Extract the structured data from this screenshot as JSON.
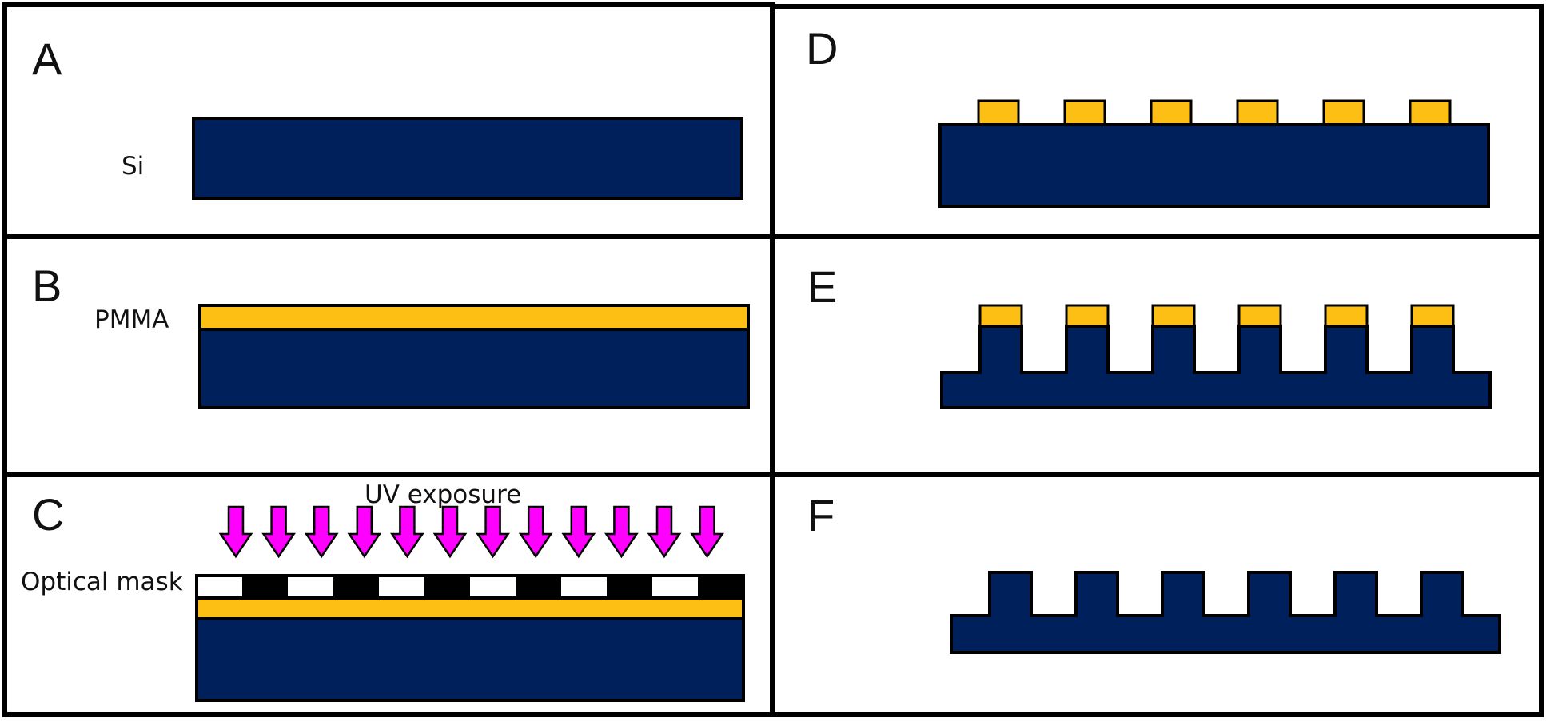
{
  "colors": {
    "silicon": "#00205b",
    "pmma": "#fdbf13",
    "uv": "#ff00ff",
    "mask_opaque": "#000000",
    "mask_clear": "#ffffff",
    "outline": "#000000"
  },
  "panels": {
    "a": {
      "letter": "A",
      "material_label": "Si"
    },
    "b": {
      "letter": "B",
      "material_label": "PMMA"
    },
    "c": {
      "letter": "C",
      "mask_label": "Optical mask",
      "exposure_label": "UV exposure",
      "uv_arrow_count": 12,
      "mask_segment_count": 12
    },
    "d": {
      "letter": "D",
      "feature_count": 6
    },
    "e": {
      "letter": "E",
      "feature_count": 6
    },
    "f": {
      "letter": "F",
      "feature_count": 6
    }
  }
}
